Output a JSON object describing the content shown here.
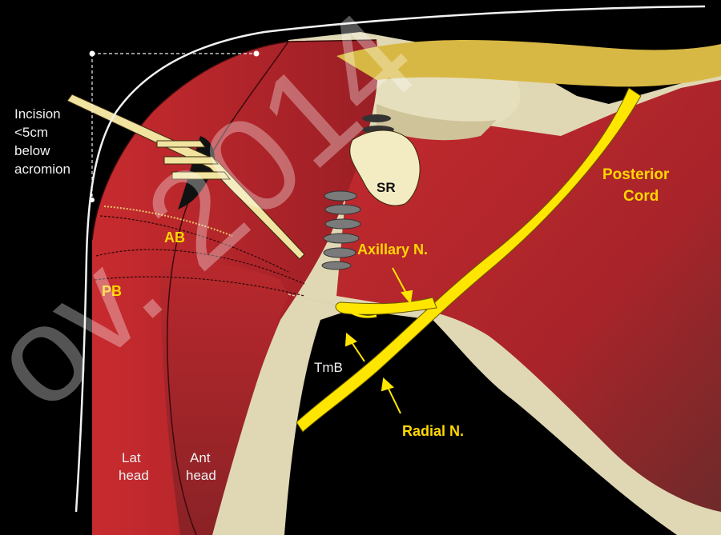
{
  "labels": {
    "incision_line1": "Incision",
    "incision_line2": "<5cm",
    "incision_line3": "below",
    "incision_line4": "acromion",
    "sr": "SR",
    "posterior_line1": "Posterior",
    "posterior_line2": "Cord",
    "axillary": "Axillary N.",
    "ab": "AB",
    "pb": "PB",
    "tmb": "TmB",
    "radial": "Radial N.",
    "lat_line1": "Lat",
    "lat_line2": "head",
    "ant_line1": "Ant",
    "ant_line2": "head"
  },
  "watermark": "ov. 2014",
  "colors": {
    "background": "#000000",
    "muscle": "#b3262b",
    "bone": "#e0d8b4",
    "nerve": "#ffe600",
    "cord": "#d8b844",
    "incision_line": "#ffffff"
  }
}
